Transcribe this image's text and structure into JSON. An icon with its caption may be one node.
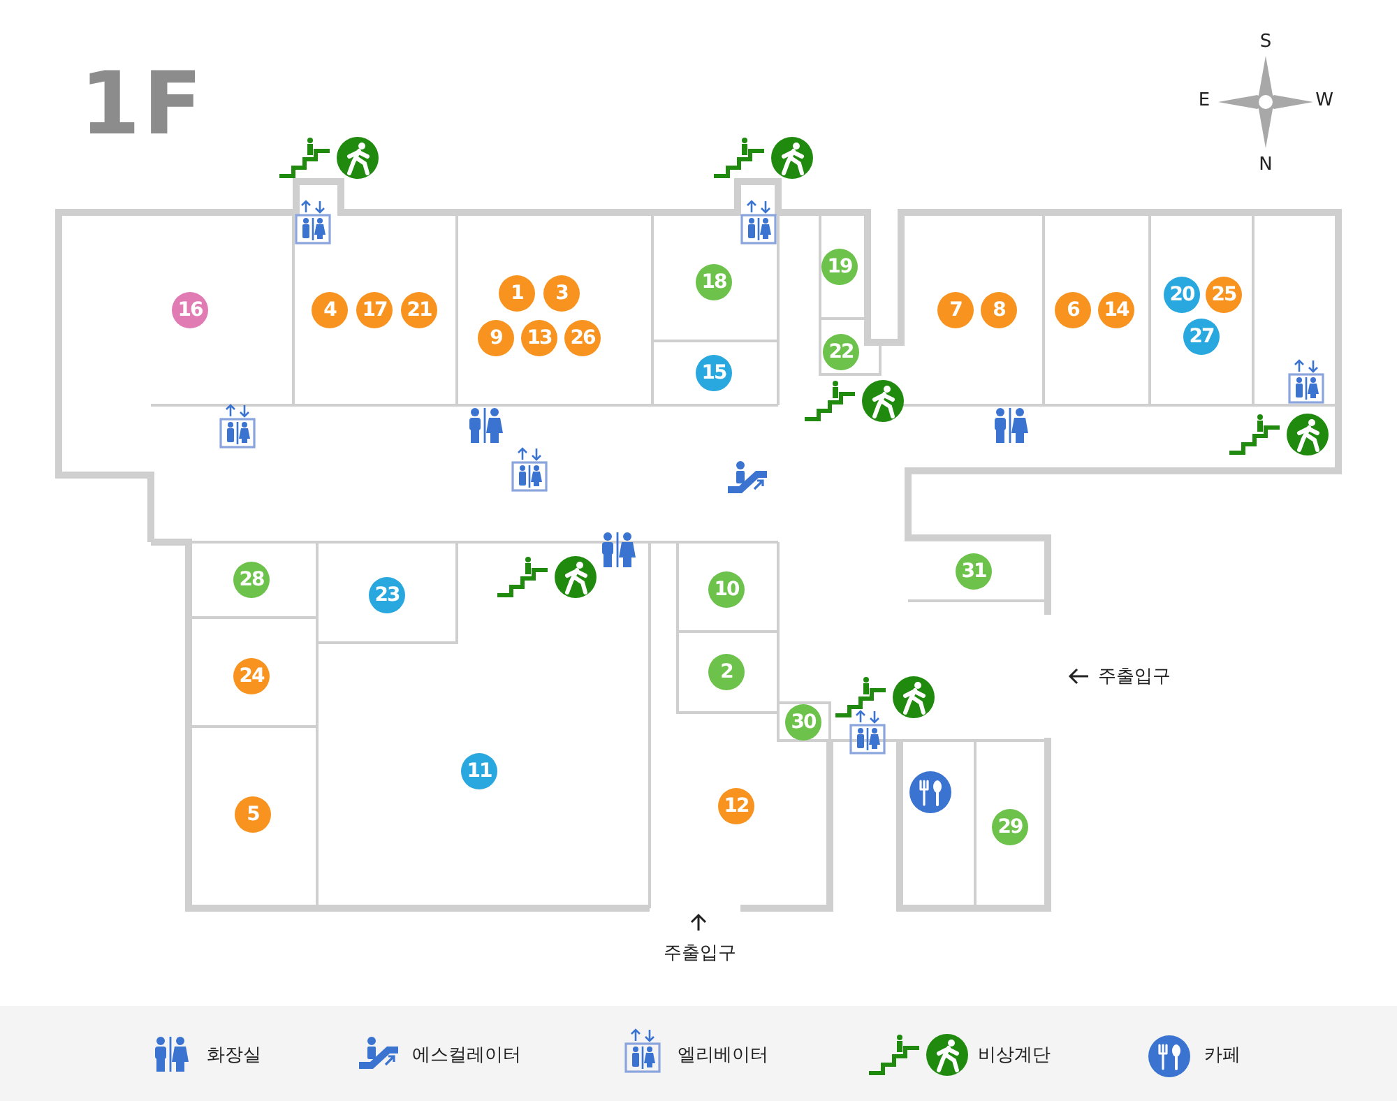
{
  "diagram": {
    "nodes": [
      {
        "text": [
          "16"
        ]
      },
      {
        "text": [
          "4"
        ]
      },
      {
        "text": [
          "17"
        ]
      },
      {
        "text": [
          "21"
        ]
      },
      {
        "text": [
          "1"
        ]
      },
      {
        "text": [
          "3"
        ]
      },
      {
        "text": [
          "9"
        ]
      },
      {
        "text": [
          "13"
        ]
      },
      {
        "text": [
          "26"
        ]
      },
      {
        "text": [
          "18"
        ]
      },
      {
        "text": [
          "19"
        ]
      },
      {
        "text": [
          "7"
        ]
      },
      {
        "text": [
          "8"
        ]
      },
      {
        "text": [
          "6"
        ]
      },
      {
        "text": [
          "14"
        ]
      },
      {
        "text": [
          "20"
        ]
      },
      {
        "text": [
          "25"
        ]
      },
      {
        "text": [
          "27"
        ]
      },
      {
        "text": [
          "22"
        ]
      },
      {
        "text": [
          "15"
        ]
      },
      {
        "text": [
          "31"
        ]
      },
      {
        "text": [
          "28"
        ]
      },
      {
        "text": [
          "23"
        ]
      },
      {
        "text": [
          "10"
        ]
      },
      {
        "text": [
          "24"
        ]
      },
      {
        "text": [
          "2"
        ]
      },
      {
        "text": [
          "30"
        ]
      },
      {
        "text": [
          "11"
        ]
      },
      {
        "text": [
          "12"
        ]
      },
      {
        "text": [
          "5"
        ]
      },
      {
        "text": [
          "29"
        ]
      }
    ],
    "labels": [
      "1F",
      "S",
      "E",
      "W",
      "N",
      "주출입구",
      "주출입구"
    ],
    "legend": [
      {
        "text": "화장실"
      },
      {
        "text": "에스컬레이터"
      },
      {
        "text": "엘리베이터"
      },
      {
        "text": "비상계단"
      },
      {
        "text": "카페"
      }
    ]
  }
}
